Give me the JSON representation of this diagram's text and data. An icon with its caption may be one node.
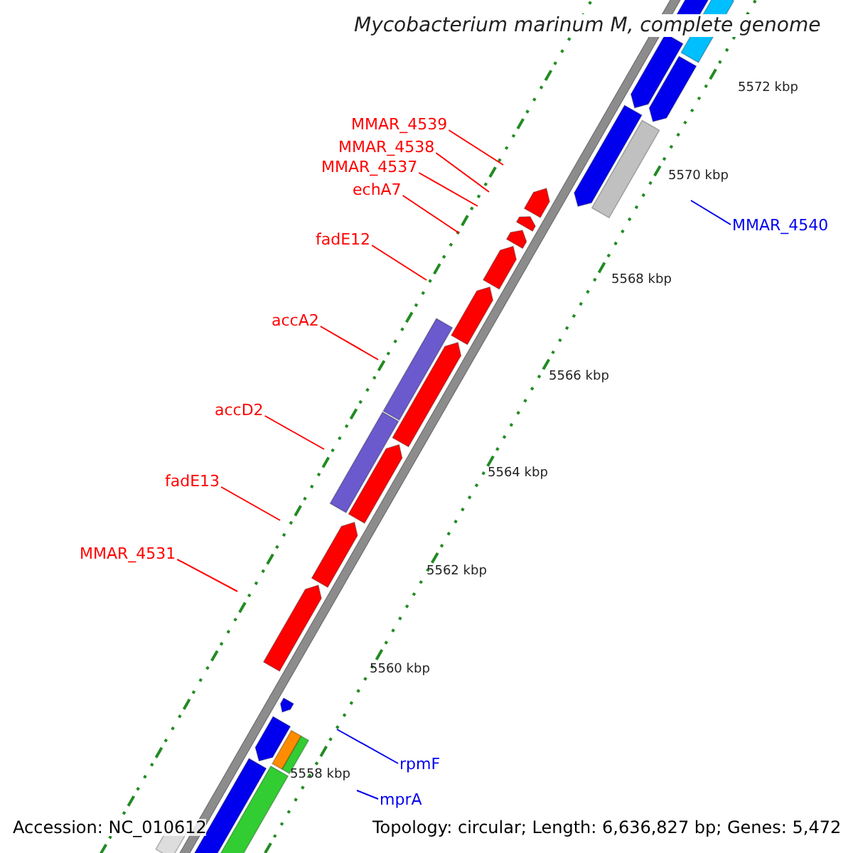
{
  "diagram": {
    "title": "Mycobacterium marinum M, complete genome",
    "nodes": [
      {
        "text": [
          "MMAR_4539"
        ]
      },
      {
        "text": [
          "MMAR_4538"
        ]
      },
      {
        "text": [
          "MMAR_4537"
        ]
      },
      {
        "text": [
          "echA7"
        ]
      },
      {
        "text": [
          "MMAR_4540"
        ]
      },
      {
        "text": [
          "fadE12"
        ]
      },
      {
        "text": [
          "accA2"
        ]
      },
      {
        "text": [
          "accD2"
        ]
      },
      {
        "text": [
          "fadE13"
        ]
      },
      {
        "text": [
          "MMAR_4531"
        ]
      },
      {
        "text": [
          "rpmF"
        ]
      },
      {
        "text": [
          "mprA"
        ]
      }
    ],
    "edges": [
      {
        "from": 0,
        "to": null,
        "arrow": "none"
      },
      {
        "from": 1,
        "to": null,
        "arrow": "none"
      },
      {
        "from": 2,
        "to": null,
        "arrow": "none"
      },
      {
        "from": 3,
        "to": null,
        "arrow": "none"
      },
      {
        "from": 4,
        "to": null,
        "arrow": "none",
        "color": "#0000ee"
      },
      {
        "from": 5,
        "to": null,
        "arrow": "none"
      },
      {
        "from": 6,
        "to": null,
        "arrow": "none"
      },
      {
        "from": 7,
        "to": null,
        "arrow": "none"
      },
      {
        "from": 8,
        "to": null,
        "arrow": "none"
      },
      {
        "from": 9,
        "to": null,
        "arrow": "none"
      },
      {
        "from": 10,
        "to": null,
        "arrow": "none",
        "color": "#0000ee"
      },
      {
        "from": 11,
        "to": null,
        "arrow": "none",
        "color": "#0000ee"
      }
    ],
    "labels": [
      "5572 kbp",
      "5570 kbp",
      "5568 kbp",
      "5566 kbp",
      "5564 kbp",
      "5562 kbp",
      "5560 kbp",
      "5558 kbp",
      "Accession: NC_010612",
      "Topology: circular; Length: 6,636,827 bp; Genes: 5,472"
    ]
  }
}
